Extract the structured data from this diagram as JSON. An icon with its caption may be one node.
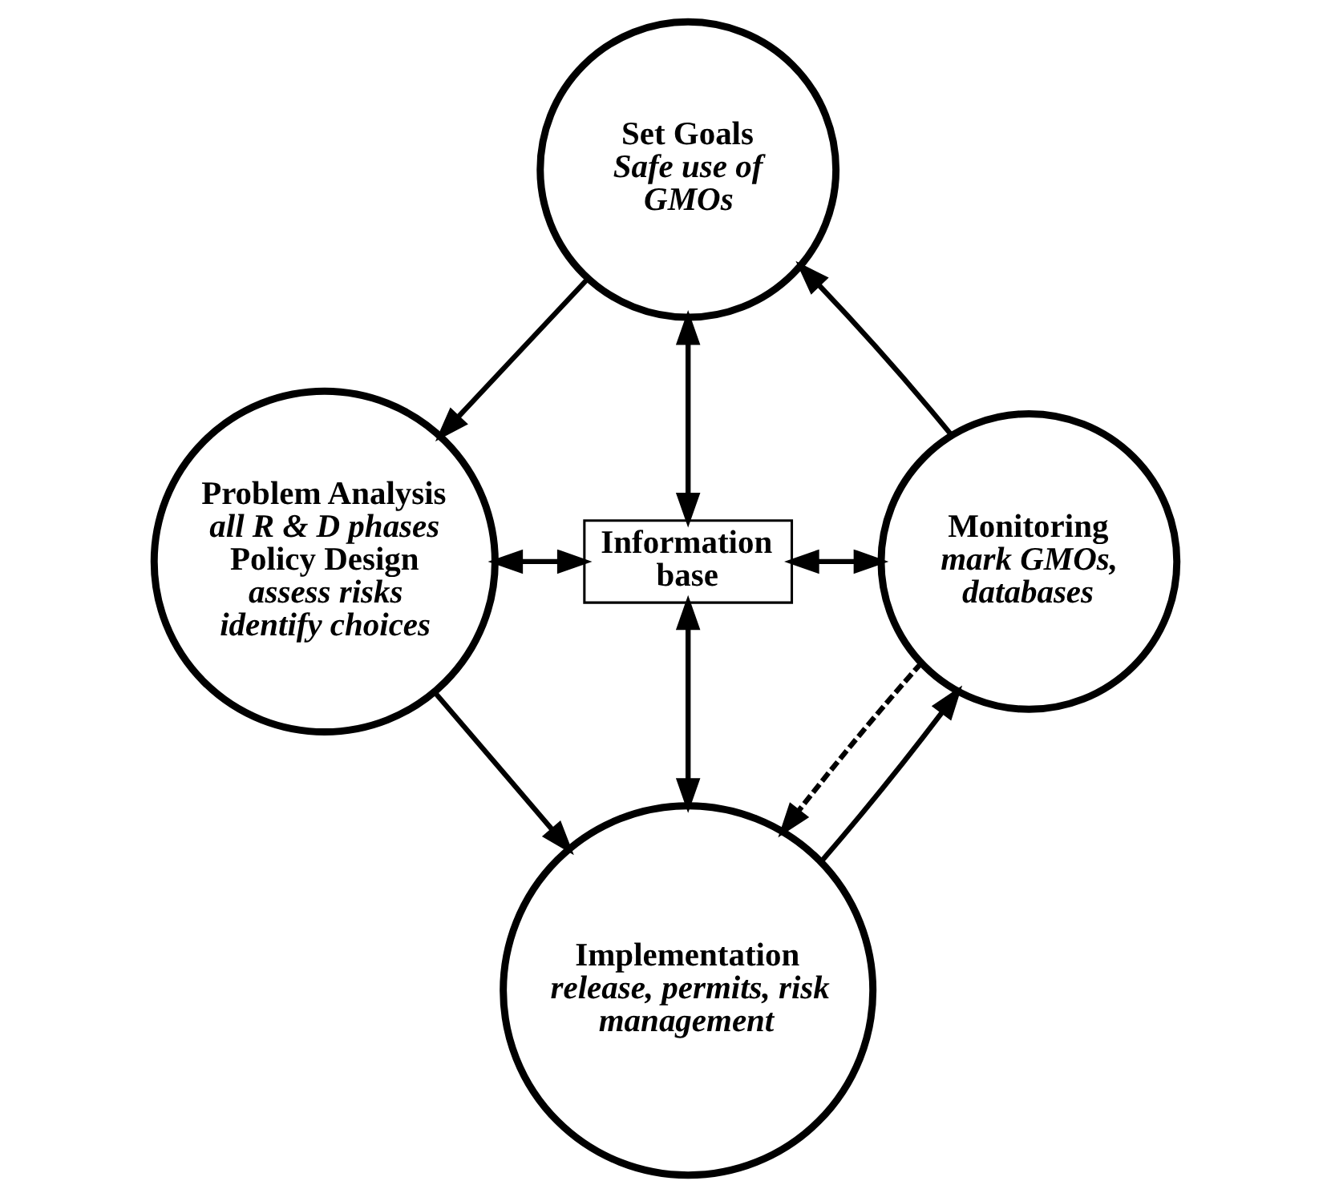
{
  "diagram": {
    "nodes": [
      {
        "text": [
          "Set Goals",
          "Safe use of GMOs"
        ]
      },
      {
        "text": [
          "Problem Analysis",
          "all R & D phases",
          "Policy Design",
          "assess risks identify choices"
        ]
      },
      {
        "text": [
          "Information base"
        ]
      },
      {
        "text": [
          "Monitoring",
          "mark GMOs, databases"
        ]
      },
      {
        "text": [
          "Implementation",
          "release, permits, risk management"
        ]
      }
    ],
    "edges": [
      {
        "from": 0,
        "to": 1,
        "arrow": "to"
      },
      {
        "from": 1,
        "to": 4,
        "arrow": "to"
      },
      {
        "from": 4,
        "to": 3,
        "arrow": "to"
      },
      {
        "from": 3,
        "to": 0,
        "arrow": "to"
      },
      {
        "from": 2,
        "to": 0,
        "arrow": "both"
      },
      {
        "from": 1,
        "to": 2,
        "arrow": "both"
      },
      {
        "from": 2,
        "to": 3,
        "arrow": "both"
      },
      {
        "from": 2,
        "to": 4,
        "arrow": "both"
      },
      {
        "from": 3,
        "to": 4,
        "arrow": "to",
        "style": "dashed"
      }
    ]
  }
}
